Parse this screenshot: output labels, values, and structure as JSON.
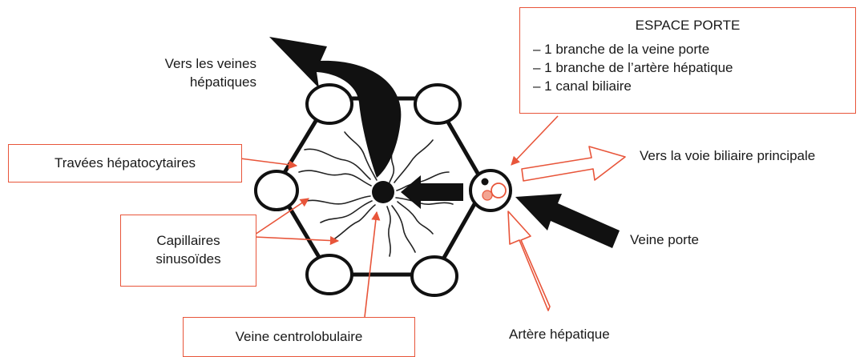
{
  "labels": {
    "vers_veines_line1": "Vers les veines",
    "vers_veines_line2": "hépatiques",
    "travees": "Travées hépatocytaires",
    "capillaires_line1": "Capillaires",
    "capillaires_line2": "sinusoïdes",
    "veine_centro": "Veine centrolobulaire",
    "espace_porte_title": "ESPACE PORTE",
    "espace_porte_items": [
      "– 1 branche de la veine porte",
      "– 1 branche de l’artère hépatique",
      "– 1 canal biliaire"
    ],
    "voie_biliaire": "Vers la voie biliaire principale",
    "veine_porte": "Veine porte",
    "artere": "Artère hépatique"
  },
  "colors": {
    "accent": "#e8553a",
    "ink": "#111111",
    "label_text": "#1a1a1a"
  }
}
